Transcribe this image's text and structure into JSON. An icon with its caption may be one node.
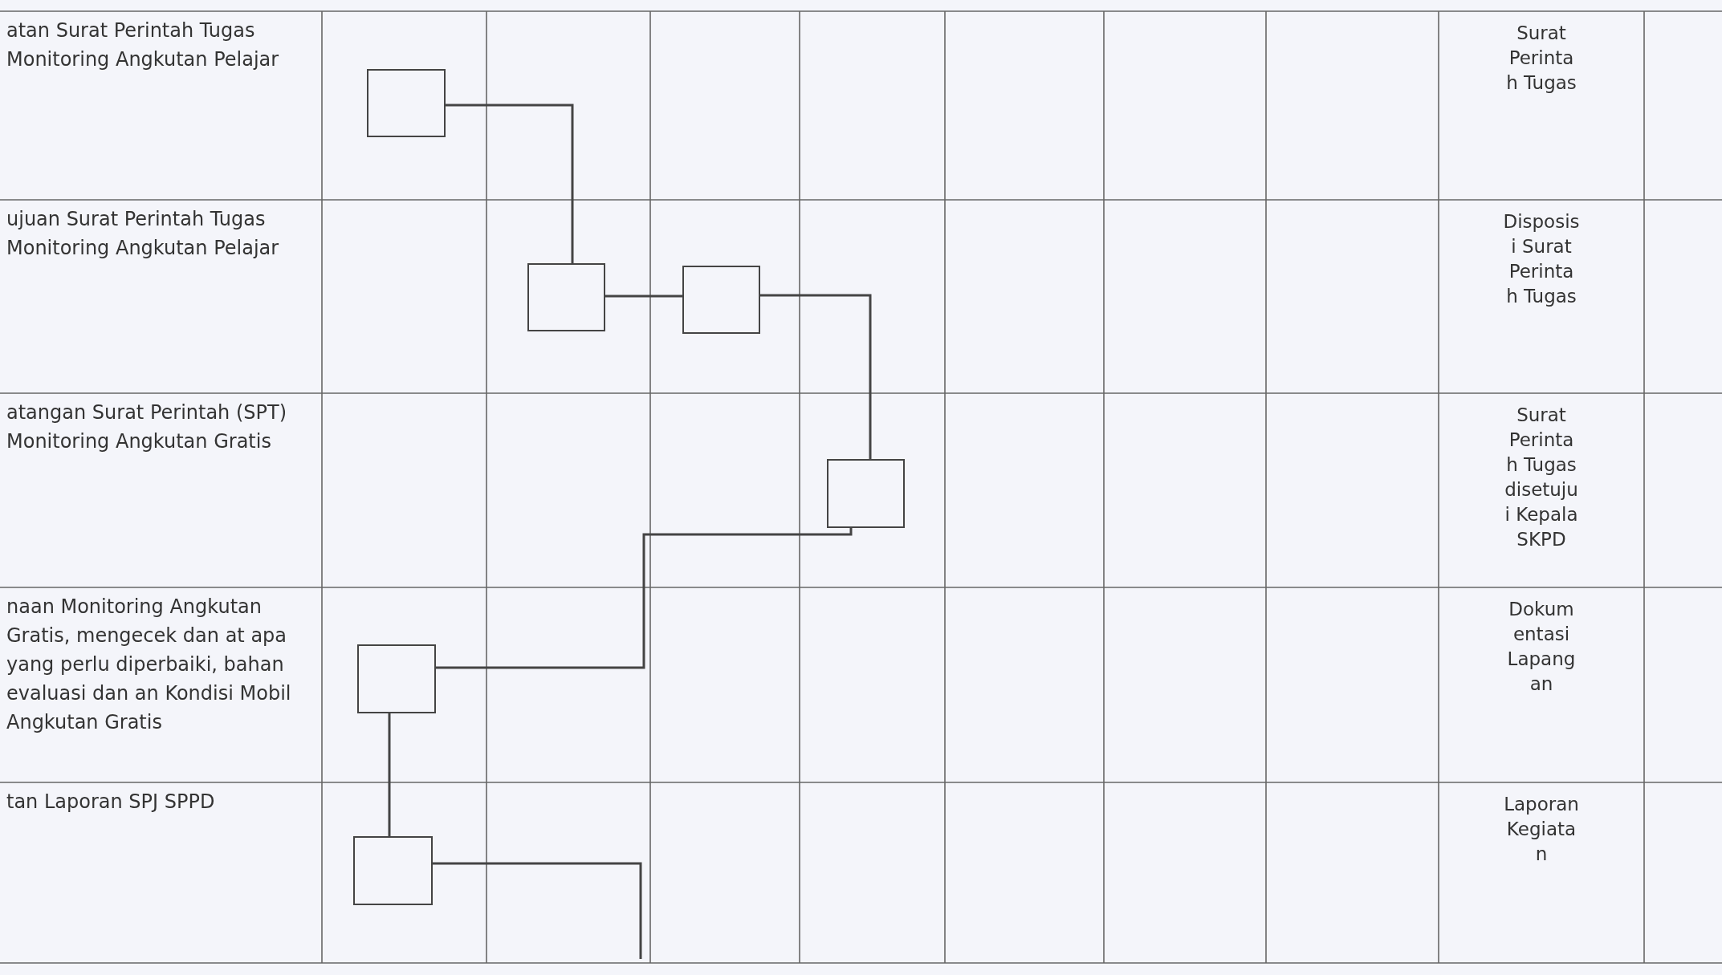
{
  "diagram": {
    "nodes": [
      {
        "text": [],
        "shape": "box"
      },
      {
        "text": [],
        "shape": "box"
      },
      {
        "text": [],
        "shape": "box"
      },
      {
        "text": [],
        "shape": "box"
      },
      {
        "text": [],
        "shape": "box"
      },
      {
        "text": [],
        "shape": "box"
      }
    ],
    "edges": [
      {
        "from": 0,
        "to": 1,
        "arrow": "none"
      },
      {
        "from": 1,
        "to": 2,
        "arrow": "none"
      },
      {
        "from": 2,
        "to": 3,
        "arrow": "none"
      },
      {
        "from": 3,
        "to": 4,
        "arrow": "none"
      },
      {
        "from": 4,
        "to": 5,
        "arrow": "none"
      },
      {
        "from": 5,
        "to": null,
        "arrow": "none"
      }
    ],
    "labels": [
      "atan Surat Perintah Tugas Monitoring Angkutan Pelajar",
      "Surat Perinta h Tugas",
      "ujuan Surat Perintah Tugas Monitoring Angkutan Pelajar",
      "Disposis i Surat Perinta h Tugas",
      "atangan Surat Perintah (SPT) Monitoring Angkutan Gratis",
      "Surat Perinta h Tugas disetuju i Kepala SKPD",
      "naan Monitoring Angkutan Gratis, mengecek dan at apa yang perlu diperbaiki, bahan evaluasi dan an Kondisi Mobil Angkutan Gratis",
      "Dokum entasi Lapang an",
      "tan Laporan SPJ SPPD",
      "Laporan Kegiata n"
    ]
  }
}
